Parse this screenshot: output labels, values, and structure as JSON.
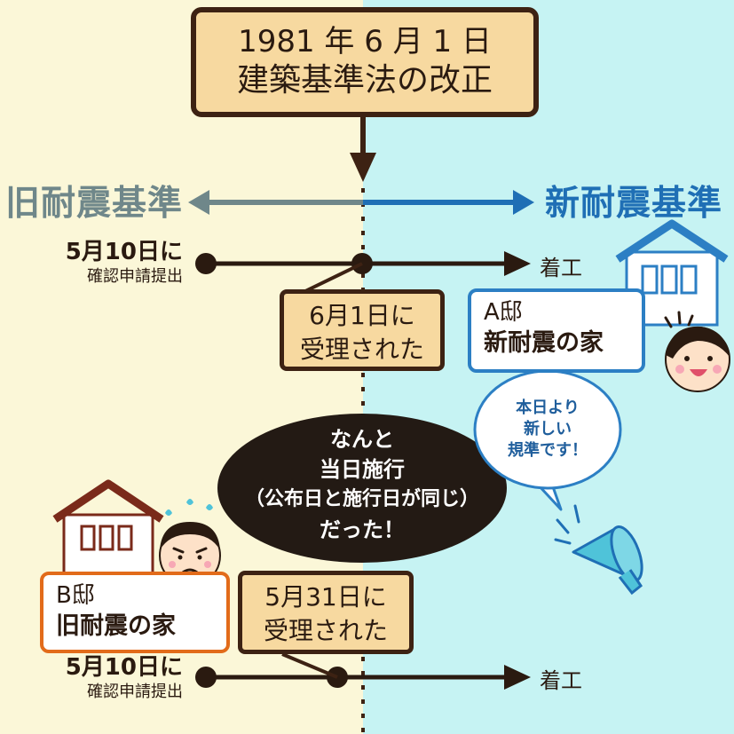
{
  "title": {
    "line1": "1981 年 6 月 1 日",
    "line2": "建築基準法の改正"
  },
  "standards": {
    "old": "旧耐震基準",
    "new": "新耐震基準"
  },
  "timeline_a": {
    "apply_date": "5月10日に",
    "apply_label": "確認申請提出",
    "received": {
      "line1": "6月1日に",
      "line2": "受理された"
    },
    "start": "着工",
    "house": {
      "name": "A邸",
      "type": "新耐震の家"
    }
  },
  "timeline_b": {
    "apply_date": "5月10日に",
    "apply_label": "確認申請提出",
    "received": {
      "line1": "5月31日に",
      "line2": "受理された"
    },
    "start": "着工",
    "house": {
      "name": "B邸",
      "type": "旧耐震の家"
    }
  },
  "notice": {
    "line1": "なんと",
    "line2": "当日施行",
    "line3": "（公布日と施行日が同じ）",
    "line4": "だった！"
  },
  "speech_bubble": {
    "line1": "本日より",
    "line2": "新しい",
    "line3": "規準です！"
  },
  "colors": {
    "left_bg": "#fbf7d8",
    "right_bg": "#c6f3f3",
    "old_standard": "#6f878a",
    "new_standard": "#1f6fb5",
    "house_a_border": "#2c7fc4",
    "house_b_border": "#e26b1a",
    "dark": "#3d2213"
  }
}
